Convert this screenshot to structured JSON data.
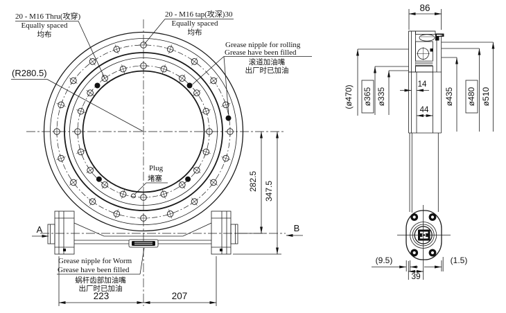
{
  "front_view": {
    "labels": {
      "thru_line1": "20 - M16 Thru(攻穿)",
      "thru_line2": "Equally spaced",
      "thru_line3": "均布",
      "tap_line1": "20 - M16 tap(攻深)30",
      "tap_line2": "Equally spaced",
      "tap_line3": "均布",
      "radius_callout": "(R280.5)",
      "grease_rolling_line1": "Grease nipple for rolling",
      "grease_rolling_line2": "Grease have been filled",
      "grease_rolling_line3": "滚道加油嘴",
      "grease_rolling_line4": "出厂时已加油",
      "plug_line1": "Plug",
      "plug_line2": "堵塞",
      "grease_worm_line1": "Grease nipple for Worm",
      "grease_worm_line2": "Grease have been filled",
      "grease_worm_line3": "蜗杆齿部加油嘴",
      "grease_worm_line4": "出厂时已加油",
      "view_a": "A",
      "view_b": "B"
    },
    "dimensions": {
      "width_left": "223",
      "width_right": "207",
      "height_to_worm_axis": "282.5",
      "height_to_base": "347.5"
    }
  },
  "side_view": {
    "dimensions": {
      "overall_width": "86",
      "flange_step": "14",
      "bore_width": "44",
      "dia_470": "(ø470)",
      "dia_365": "ø365",
      "dia_335": "ø335",
      "dia_435": "ø435",
      "dia_480": "ø480",
      "dia_510": "ø510",
      "offset_left": "(9.5)",
      "offset_right": "(1.5)",
      "worm_center_offset": "39"
    }
  },
  "colors": {
    "line": "#1a1a1a",
    "background": "#ffffff"
  }
}
